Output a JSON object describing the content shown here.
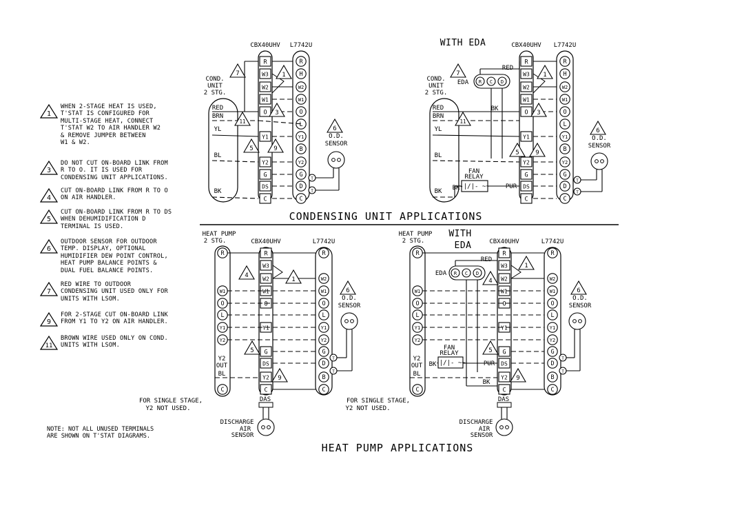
{
  "titles": {
    "condensing": "CONDENSING UNIT APPLICATIONS",
    "heat_pump": "HEAT PUMP APPLICATIONS",
    "with_eda_top": "WITH EDA",
    "with_eda_bottom_1": "WITH",
    "with_eda_bottom_2": "EDA"
  },
  "models": {
    "tstat": "CBX40UHV",
    "air_handler": "L7742U"
  },
  "labels": {
    "cond_unit": [
      "COND.",
      "UNIT",
      "2 STG."
    ],
    "heat_pump": [
      "HEAT PUMP",
      "2 STG."
    ],
    "od_sensor": [
      "O.D.",
      "SENSOR"
    ],
    "eda": "EDA",
    "fan_relay": [
      "FAN",
      "RELAY"
    ],
    "y2_out": [
      "Y2",
      "OUT"
    ],
    "das": "DAS",
    "discharge": [
      "DISCHARGE",
      "AIR",
      "SENSOR"
    ],
    "single_stage": [
      "FOR SINGLE STAGE,",
      "Y2 NOT USED."
    ],
    "wire_red": "RED",
    "wire_brn": "BRN",
    "wire_yl": "YL",
    "wire_bl": "BL",
    "wire_bk": "BK",
    "wire_pur": "PUR",
    "eda_r": "R",
    "eda_c": "C",
    "eda_d": "D",
    "t": "T"
  },
  "tstat_terminals_cond": [
    "R",
    "W3",
    "W2",
    "W1",
    "O",
    "Y1",
    "Y2",
    "G",
    "DS",
    "C"
  ],
  "tstat_terminals_hp": [
    "R",
    "W3",
    "W2",
    "W1",
    "O",
    "Y1",
    "G",
    "DS",
    "Y2",
    "C"
  ],
  "ah_terminals": [
    "R",
    "H",
    "W2",
    "W1",
    "O",
    "L",
    "Y1",
    "B",
    "Y2",
    "G",
    "D",
    "C"
  ],
  "ah_terminals_hp": [
    "R",
    "W2",
    "W1",
    "O",
    "L",
    "Y1",
    "Y2",
    "G",
    "D",
    "B",
    "C"
  ],
  "hp_terminals": [
    "R",
    "W1",
    "O",
    "L",
    "Y1",
    "Y2",
    "C"
  ],
  "cond_terminals": [
    "RED",
    "BRN",
    "YL",
    "BL",
    "BK"
  ],
  "note_markers": [
    "1",
    "3",
    "4",
    "5",
    "6",
    "7",
    "9",
    "11"
  ],
  "notes": [
    {
      "num": "1",
      "text": "WHEN 2-STAGE HEAT IS USED,\nT'STAT IS CONFIGURED FOR\nMULTI-STAGE HEAT, CONNECT\nT'STAT W2 TO AIR HANDLER  W2\n& REMOVE JUMPER BETWEEN\nW1 & W2."
    },
    {
      "num": "3",
      "text": "DO NOT CUT ON-BOARD LINK FROM\nR TO O.  IT IS USED FOR\nCONDENSING UNIT APPLICATIONS."
    },
    {
      "num": "4",
      "text": "CUT ON-BOARD LINK FROM R TO O\nON AIR HANDLER."
    },
    {
      "num": "5",
      "text": "CUT ON-BOARD LINK FROM R TO DS\nWHEN DEHUMIDIFICATION D\nTERMINAL IS USED."
    },
    {
      "num": "6",
      "text": "OUTDOOR SENSOR FOR OUTDOOR\nTEMP. DISPLAY, OPTIONAL\nHUMIDIFIER DEW POINT CONTROL,\nHEAT PUMP BALANCE POINTS &\nDUAL FUEL BALANCE POINTS."
    },
    {
      "num": "7",
      "text": "RED WIRE TO OUTDOOR\nCONDENSING UNIT USED ONLY FOR\nUNITS WITH LSOM."
    },
    {
      "num": "9",
      "text": "FOR 2-STAGE CUT ON-BOARD LINK\nFROM Y1 TO Y2 ON AIR HANDLER."
    },
    {
      "num": "11",
      "text": "BROWN WIRE USED ONLY ON COND.\nUNITS WITH LSOM."
    }
  ],
  "footnote": "NOTE: NOT ALL UNUSED TERMINALS\nARE SHOWN ON T'STAT DIAGRAMS."
}
